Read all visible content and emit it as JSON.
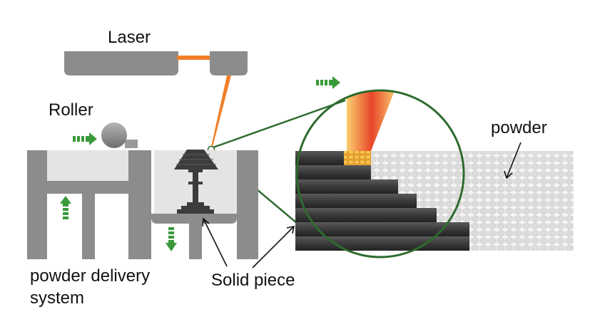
{
  "labels": {
    "laser": "Laser",
    "roller": "Roller",
    "powder": "powder",
    "powder_delivery_line1": "powder delivery",
    "powder_delivery_line2": "system",
    "solid_piece": "Solid piece"
  },
  "colors": {
    "machine_gray": "#8c8c8c",
    "machine_dark": "#6e6e6e",
    "machine_light": "#e4e4e4",
    "laser_orange": "#f07f2a",
    "arrow_green": "#3a9a3a",
    "zoom_circle": "#2e6b2e",
    "layer_dark": "#3c3c3c",
    "melt_yellow": "#f4b63a",
    "powder_gray": "#d9d9d9"
  },
  "icons": {
    "motion_arrow": "green-dashed-arrow-icon",
    "pointer_arrow": "black-pointer-arrow-icon"
  }
}
